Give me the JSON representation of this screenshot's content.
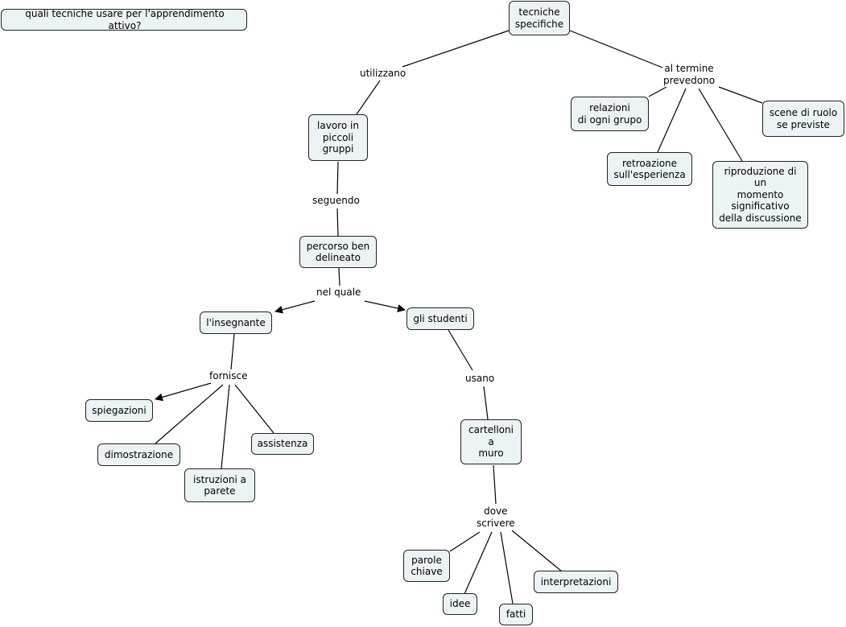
{
  "question": "quali tecniche usare per l'apprendimento attivo?",
  "nodes": {
    "tecniche": "tecniche\nspecifiche",
    "lavoro": "lavoro in\npiccoli\ngruppi",
    "percorso": "percorso ben\ndelineato",
    "insegnante": "l'insegnante",
    "studenti": "gli studenti",
    "spiegazioni": "spiegazioni",
    "dimostrazione": "dimostrazione",
    "istruzioni": "istruzioni a\nparete",
    "assistenza": "assistenza",
    "cartelloni": "cartelloni\na\nmuro",
    "parole": "parole\nchiave",
    "idee": "idee",
    "fatti": "fatti",
    "interpretazioni": "interpretazioni",
    "relazioni": "relazioni\ndi ogni grupo",
    "retroazione": "retroazione\nsull'esperienza",
    "riproduzione": "riproduzione di\nun\nmomento\nsignificativo\ndella discussione",
    "scene": "scene di ruolo\nse previste"
  },
  "links": {
    "utilizzano": "utilizzano",
    "al_termine": "al termine\nprevedono",
    "seguendo": "seguendo",
    "nel_quale": "nel quale",
    "fornisce": "fornisce",
    "usano": "usano",
    "dove_scrivere": "dove\nscrivere"
  },
  "colors": {
    "node_fill": "#ecf3f5",
    "node_border": "#222222",
    "line": "#000000"
  }
}
